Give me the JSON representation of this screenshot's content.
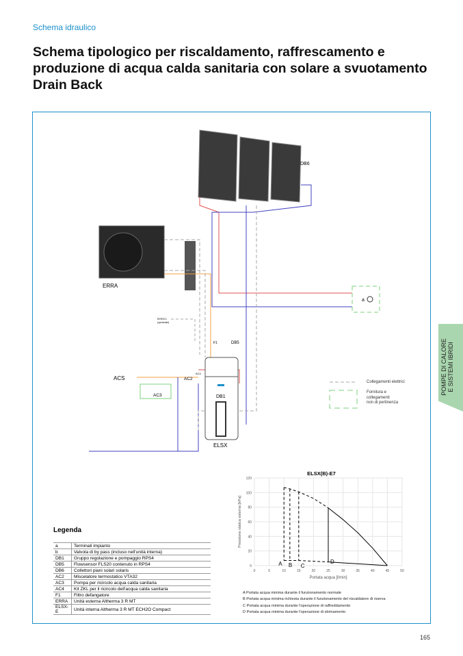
{
  "header": {
    "section": "Schema idraulico",
    "title": "Schema tipologico per riscaldamento, raffrescamento e produzione di acqua calda sanitaria con solare a svuotamento Drain Back"
  },
  "side_tab": {
    "line1": "POMPE DI CALORE",
    "line2": "E SISTEMI IBRIDI",
    "color": "#a9d6ae"
  },
  "page_number": "165",
  "accent_color": "#1a8fc9",
  "diagram": {
    "labels": {
      "db6": "DB6",
      "erra": "ERRA",
      "acs": "ACS",
      "ac2": "AC2",
      "ac3": "AC3",
      "ac4": "AC4",
      "db1": "DB1",
      "db5": "DB5",
      "f1": "F1",
      "elsx": "ELSX",
      "a": "a",
      "ekrsc": "EKRSC1",
      "ekrsc_note": "(opzionale)"
    },
    "pipe_colors": {
      "flow": "#e05050",
      "return": "#4040c0",
      "acs": "#f2a040",
      "electric": "#aaaaaa",
      "supply": "#7cd07c"
    }
  },
  "key": {
    "electric": "Collegamenti elettrici",
    "supply_l1": "Fornitura e",
    "supply_l2": "collegamenti",
    "supply_l3": "non di pertinenza"
  },
  "legend": {
    "title": "Legenda",
    "rows": [
      [
        "a",
        "Terminali impianto"
      ],
      [
        "b",
        "Valvola di by pass (incluso nell'unità interna)"
      ],
      [
        "DB1",
        "Gruppo regolazione e pompaggio RPS4"
      ],
      [
        "DB5",
        "Flowsensor FLS20 contenuto in RPS4"
      ],
      [
        "DB6",
        "Collettori piani solari solaris"
      ],
      [
        "AC2",
        "Miscelatore termostatico VTA32"
      ],
      [
        "AC3",
        "Pompa per ricircolo acqua calda sanitaria"
      ],
      [
        "AC4",
        "Kit ZKL per il ricircolo dell'acqua calda sanitaria"
      ],
      [
        "F1",
        "Filtro defangatore"
      ],
      [
        "ERRA",
        "Unità esterna Altherma 3 R MT"
      ],
      [
        "ELSX-E",
        "Unità interna  Altherma 3 R MT ECH2O Compact"
      ]
    ]
  },
  "chart_data": {
    "type": "line",
    "title": "ELSX(B)-E7",
    "xlabel": "Portata acqua [l/min]",
    "ylabel": "Pressione statica esterna [kPa]",
    "xlim": [
      0,
      50
    ],
    "ylim": [
      0,
      120
    ],
    "xticks": [
      0,
      5,
      10,
      15,
      20,
      25,
      30,
      35,
      40,
      45,
      50
    ],
    "yticks": [
      0,
      20,
      40,
      60,
      80,
      100,
      120
    ],
    "grid": true,
    "upper_curve": {
      "x": [
        10,
        12,
        15,
        20,
        25,
        30,
        35,
        40,
        45
      ],
      "y": [
        107,
        105,
        101,
        92,
        79,
        63,
        45,
        24,
        0
      ]
    },
    "lower_curve": {
      "x": [
        10,
        15,
        25,
        45
      ],
      "y": [
        7,
        7,
        5,
        0
      ]
    },
    "markers": [
      {
        "label": "A",
        "x": 10
      },
      {
        "label": "B",
        "x": 12
      },
      {
        "label": "C",
        "x": 15
      },
      {
        "label": "D",
        "x": 25
      }
    ],
    "notes": [
      "A  Portata acqua minima durante il funzionamento normale",
      "B  Portata acqua minima richiesta durante il funzionamento del riscaldatore di riserva",
      "C  Portata acqua minima durante l'operazione di raffreddamento",
      "D  Portata acqua minima durante l'operazione di sbrinamento"
    ]
  }
}
